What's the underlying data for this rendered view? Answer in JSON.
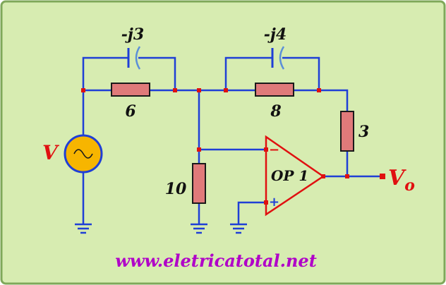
{
  "colors": {
    "panel_fill": "#d7ecb1",
    "panel_border": "#7fa85a",
    "wire": "#1f3fd6",
    "resistor_fill": "#e07a7a",
    "resistor_stroke": "#1a1a1a",
    "capacitor_plate": "#1f3fd6",
    "capacitor_curve": "#5b8fd8",
    "node": "#e01010",
    "source_fill": "#f7b500",
    "source_ring": "#1f3fd6",
    "opamp_fill": "#d7ecb1",
    "opamp_stroke": "#e01010",
    "label_black": "#111111",
    "label_red": "#e01010",
    "url": "#b000c8"
  },
  "components": {
    "capacitor_1": "-j3",
    "capacitor_2": "-j4",
    "resistor_6": "6",
    "resistor_8": "8",
    "resistor_3": "3",
    "resistor_10": "10",
    "source": "V",
    "opamp": "OP 1",
    "opamp_minus": "−",
    "opamp_plus": "+",
    "output_base": "V",
    "output_sub": "o"
  },
  "footer": {
    "url": "www.eletricatotal.net"
  }
}
